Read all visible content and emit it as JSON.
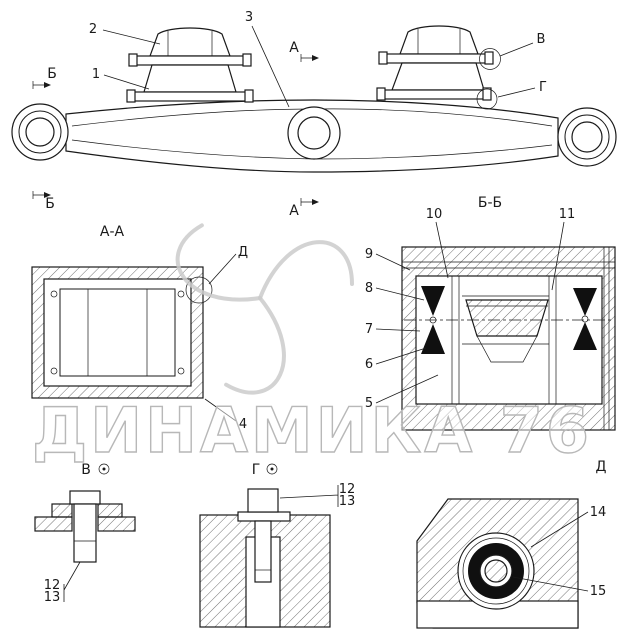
{
  "watermark": {
    "text": "ДИНАМИКА 76"
  },
  "main_view": {
    "callouts": {
      "c1": "1",
      "c2": "2",
      "c3": "3",
      "cv": "В",
      "cg": "Г"
    },
    "markers": {
      "a_top": "А",
      "a_bottom": "А",
      "b_top": "Б",
      "b_bottom": "Б"
    }
  },
  "section_aa": {
    "title": "А-А",
    "callout_4": "4",
    "detail_marker": "Д"
  },
  "section_bb": {
    "title": "Б-Б",
    "callouts": {
      "c5": "5",
      "c6": "6",
      "c7": "7",
      "c8": "8",
      "c9": "9",
      "c10": "10",
      "c11": "11"
    }
  },
  "view_v": {
    "title": "В",
    "callouts": {
      "c12": "12",
      "c13": "13"
    }
  },
  "view_g": {
    "title": "Г",
    "callouts": {
      "c12": "12",
      "c13": "13"
    }
  },
  "detail_d": {
    "title": "Д",
    "callouts": {
      "c14": "14",
      "c15": "15"
    }
  },
  "colors": {
    "line": "#1a1a1a",
    "hatch": "#4f4f4f",
    "seal": "#101010",
    "watermark": "#b8b8b8"
  }
}
